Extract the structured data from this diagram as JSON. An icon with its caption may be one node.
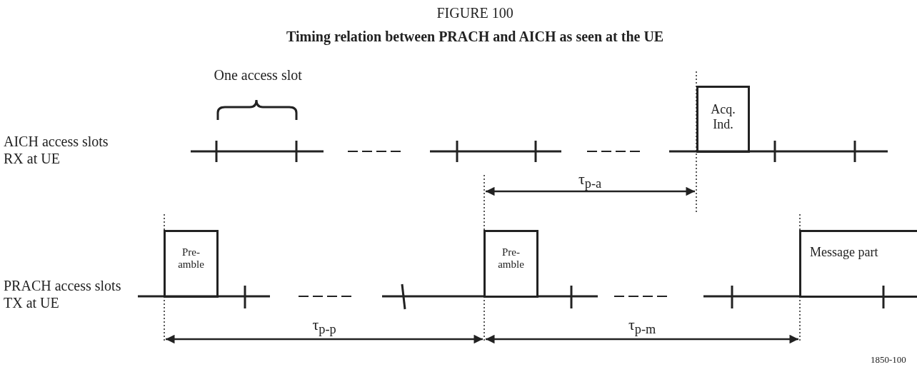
{
  "diagram": {
    "title": "Timing relation between PRACH and AICH as seen at the UE",
    "nodes": [
      {
        "text": [
          "Acq. Ind."
        ]
      },
      {
        "text": [
          "Pre- amble"
        ]
      },
      {
        "text": [
          "Pre- amble"
        ]
      },
      {
        "text": [
          "Message part"
        ]
      }
    ],
    "labels": [
      "FIGURE 100",
      "One access slot",
      "AICH access slots RX at UE",
      "τ$_{p-a}$",
      "PRACH access slots TX at UE",
      "τ$_{p-p}$",
      "τ$_{p-m}$",
      "1850-100"
    ]
  }
}
